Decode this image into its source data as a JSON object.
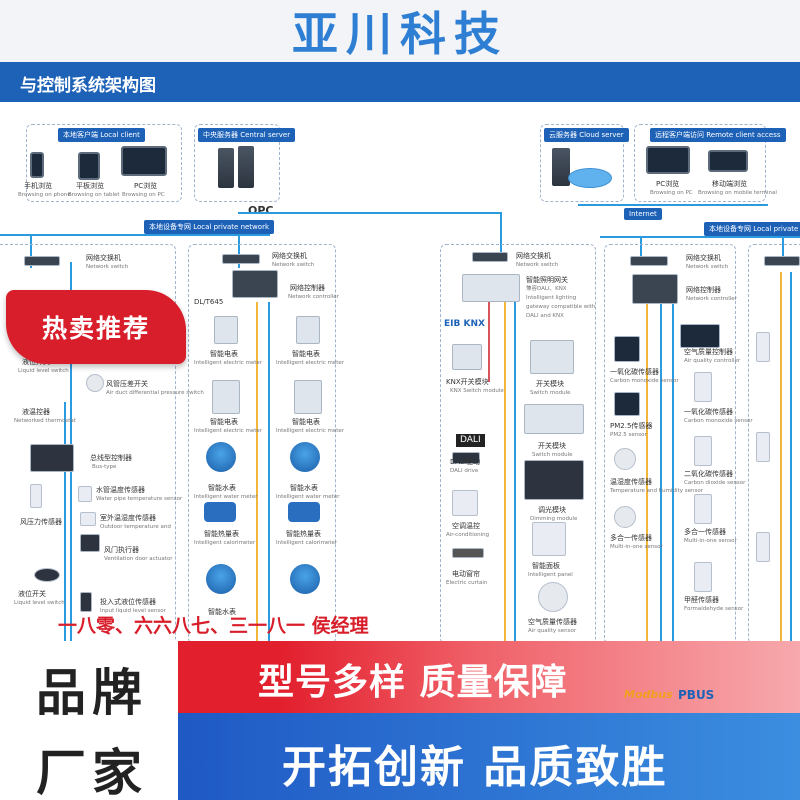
{
  "brand": "亚川科技",
  "section_title": "与控制系统架构图",
  "groups": {
    "local_client": {
      "title": "本地客户端 Local client",
      "items": [
        {
          "label": "手机浏览",
          "sub": "Browsing on phone"
        },
        {
          "label": "平板浏览",
          "sub": "Browsing on tablet"
        },
        {
          "label": "PC浏览",
          "sub": "Browsing on PC"
        }
      ]
    },
    "central_server": {
      "title": "中央服务器 Central server",
      "logo": "OPC"
    },
    "cloud_server": {
      "title": "云服务器 Cloud server"
    },
    "remote_client": {
      "title": "远程客户端访问 Remote client access",
      "items": [
        {
          "label": "PC浏览",
          "sub": "Browsing on PC"
        },
        {
          "label": "移动端浏览",
          "sub": "Browsing on mobile terminal"
        }
      ]
    },
    "internet": "Internet",
    "local_network_left": "本地设备专网 Local private network",
    "local_network_right": "本地设备专网 Local private network"
  },
  "col1": {
    "switch": {
      "label": "网络交换机",
      "sub": "Network switch"
    },
    "items": [
      {
        "label": "液位开关",
        "sub": "Liquid level switch"
      },
      {
        "label": "风管压差开关",
        "sub": "Air duct differential pressure switch"
      },
      {
        "label": "液温控器",
        "sub": "Networked thermostat"
      },
      {
        "label": "总线型控制器",
        "sub": "Bus-type"
      },
      {
        "label": "水管温度传感器",
        "sub": "Water pipe temperature sensor"
      },
      {
        "label": "室外温湿度传感器",
        "sub": "Outdoor temperature and"
      },
      {
        "label": "风压力传感器",
        "sub": ""
      },
      {
        "label": "风门执行器",
        "sub": "Ventilation door actuator"
      },
      {
        "label": "液位开关",
        "sub": "Liquid level switch"
      },
      {
        "label": "投入式液位传感器",
        "sub": "Input liquid level sensor"
      }
    ]
  },
  "col2": {
    "switch": {
      "label": "网络交换机",
      "sub": "Network switch"
    },
    "controller": {
      "label": "网络控制器",
      "sub": "Network controller"
    },
    "model": "DL/T645",
    "items": [
      {
        "label": "智能电表",
        "sub": "Intelligent electric meter"
      },
      {
        "label": "智能电表",
        "sub": "Intelligent electric meter"
      },
      {
        "label": "智能电表",
        "sub": "Intelligent electric meter"
      },
      {
        "label": "智能电表",
        "sub": "Intelligent electric meter"
      },
      {
        "label": "智能水表",
        "sub": "Intelligent water meter"
      },
      {
        "label": "智能水表",
        "sub": "Intelligent water meter"
      },
      {
        "label": "智能热量表",
        "sub": "Intelligent calorimeter"
      },
      {
        "label": "智能热量表",
        "sub": "Intelligent calorimeter"
      },
      {
        "label": "智能水表",
        "sub": ""
      }
    ]
  },
  "col3": {
    "switch": {
      "label": "网络交换机",
      "sub": "Network switch"
    },
    "gateway": {
      "label": "智能照明网关",
      "sub": "兼容DALI、KNX Intelligent lighting gateway compatible with DALI and KNX"
    },
    "knx_logo": "EIB KNX",
    "dali_logo": "DALI",
    "items": [
      {
        "label": "KNX开关模块",
        "sub": "KNX Switch module"
      },
      {
        "label": "开关模块",
        "sub": "Switch module"
      },
      {
        "label": "开关模块",
        "sub": "Switch module"
      },
      {
        "label": "DALI驱动",
        "sub": "DALI drive"
      },
      {
        "label": "调光模块",
        "sub": "Dimming module"
      },
      {
        "label": "空调温控",
        "sub": "Air-conditioning"
      },
      {
        "label": "智能面板",
        "sub": "Intelligent panel"
      },
      {
        "label": "电动窗帘",
        "sub": "Electric curtain"
      },
      {
        "label": "空气质量传感器",
        "sub": "Air quality sensor"
      }
    ]
  },
  "col4": {
    "switch": {
      "label": "网络交换机",
      "sub": "Network switch"
    },
    "controller": {
      "label": "网络控制器",
      "sub": "Network controller"
    },
    "items": [
      {
        "label": "一氧化碳传感器",
        "sub": "Carbon monoxide sensor"
      },
      {
        "label": "空气质量控制器",
        "sub": "Air quality controller"
      },
      {
        "label": "PM2.5传感器",
        "sub": "PM2.5 sensor"
      },
      {
        "label": "一氧化碳传感器",
        "sub": "Carbon monoxide sensor"
      },
      {
        "label": "温湿度传感器",
        "sub": "Temperature and humidity sensor"
      },
      {
        "label": "二氧化碳传感器",
        "sub": "Carbon dioxide sensor"
      },
      {
        "label": "多合一传感器",
        "sub": "Multi-in-one sensor"
      },
      {
        "label": "多合一传感器",
        "sub": "Multi-in-one sensor"
      },
      {
        "label": "甲醛传感器",
        "sub": "Formaldehyde sensor"
      }
    ]
  },
  "overlay": {
    "hot": "热卖推荐",
    "phone": "一八零、六六八七、三一八一  侯经理",
    "slogan1": "型号多样  质量保障",
    "brand_word1": "品牌",
    "brand_word2": "厂家",
    "slogan2": "开拓创新  品质致胜",
    "modbus": "Modbus",
    "pbus": "PBUS"
  }
}
